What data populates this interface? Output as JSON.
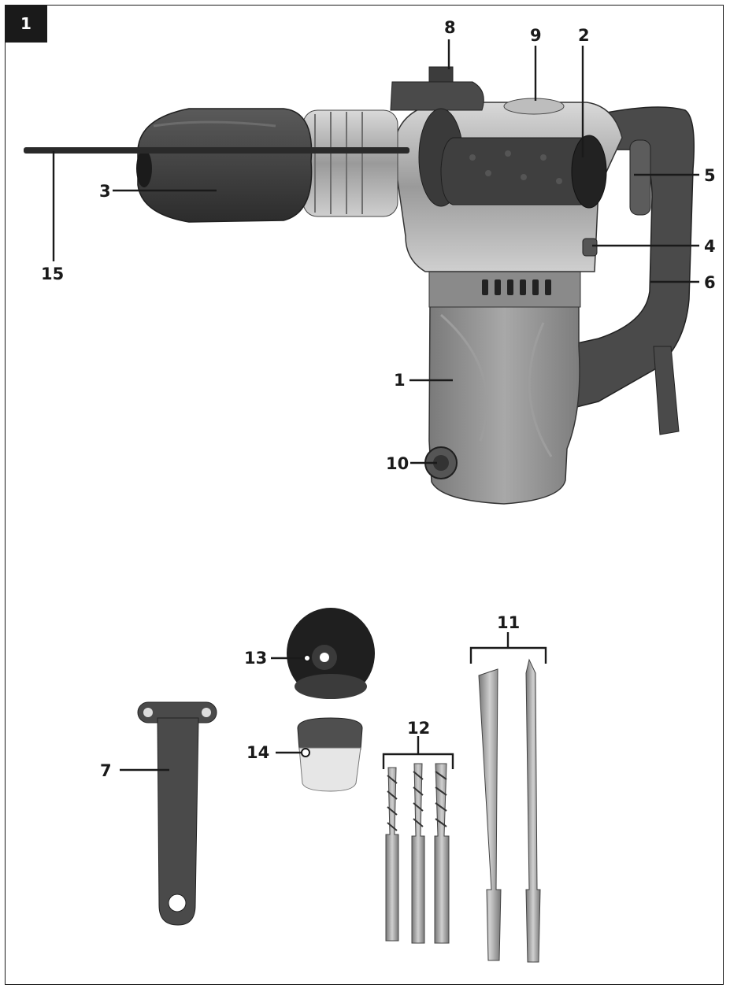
{
  "figure": {
    "number": "1"
  },
  "callouts": [
    {
      "id": "c1",
      "text": "1"
    },
    {
      "id": "c2",
      "text": "2"
    },
    {
      "id": "c3",
      "text": "3"
    },
    {
      "id": "c4",
      "text": "4"
    },
    {
      "id": "c5",
      "text": "5"
    },
    {
      "id": "c6",
      "text": "6"
    },
    {
      "id": "c7",
      "text": "7"
    },
    {
      "id": "c8",
      "text": "8"
    },
    {
      "id": "c9",
      "text": "9"
    },
    {
      "id": "c10",
      "text": "10"
    },
    {
      "id": "c11",
      "text": "11"
    },
    {
      "id": "c12",
      "text": "12"
    },
    {
      "id": "c13",
      "text": "13"
    },
    {
      "id": "c14",
      "text": "14"
    },
    {
      "id": "c15",
      "text": "15"
    }
  ],
  "colors": {
    "ink": "#1a1a1a",
    "housing_grey": "#8c8c8c",
    "dark_grip": "#3a3a3a",
    "metal_silver": "#b8b8b8"
  }
}
